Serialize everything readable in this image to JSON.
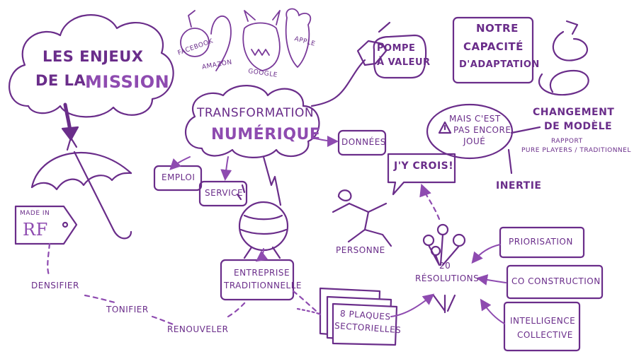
{
  "title": {
    "line1": "Les enjeux",
    "line2a": "de la",
    "line2b": "mission"
  },
  "center": {
    "line1": "Transformation",
    "line2": "numérique"
  },
  "gafa": {
    "facebook": "Facebook",
    "amazon": "Amazon",
    "google": "Google",
    "apple": "Apple"
  },
  "pump": {
    "line1": "Pompe",
    "line2": "à valeur"
  },
  "capacity": {
    "line1": "Notre",
    "line2": "capacité",
    "line3": "d'adaptation"
  },
  "model": {
    "line1": "Changement",
    "line2": "de modèle",
    "sub1": "rapport",
    "sub2": "pure players / traditionnel"
  },
  "warning": {
    "line1": "Mais c'est",
    "line2": "pas encore",
    "line3": "joué"
  },
  "believe": "J'y crois!",
  "donnees": "Données",
  "inertie": "Inertie",
  "emploi": "Emploi",
  "service": "Service",
  "made_in": {
    "line1": "Made in",
    "line2": "RF"
  },
  "personne": "Personne",
  "entreprise": {
    "line1": "Entreprise",
    "line2": "traditionnelle"
  },
  "plaques": {
    "line1": "8 plaques",
    "line2": "sectorielles"
  },
  "resolutions": {
    "count": "20",
    "label": "Résolutions"
  },
  "boxes": {
    "priorisation": "Priorisation",
    "coconstruction": "Co construction",
    "intel1": "Intelligence",
    "intel2": "collective"
  },
  "path": {
    "densifier": "Densifier",
    "tonifier": "Tonifier",
    "renouveler": "Renouveler"
  },
  "colors": {
    "ink": "#6a2d8a",
    "accent": "#8e4bb0"
  }
}
